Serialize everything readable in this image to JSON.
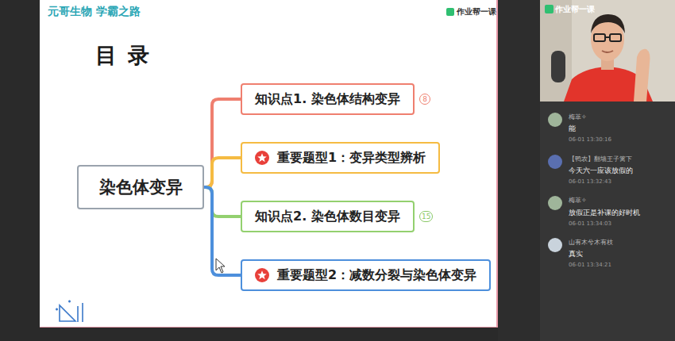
{
  "diagram": {
    "title": "目录",
    "nodes": [
      {
        "text": [
          "染色体变异"
        ]
      },
      {
        "text": [
          "知识点1. 染色体结构变异"
        ]
      },
      {
        "text": [
          "重要题型1：变异类型辨析"
        ]
      },
      {
        "text": [
          "知识点2. 染色体数目变异"
        ]
      },
      {
        "text": [
          "重要题型2：减数分裂与染色体变异"
        ]
      }
    ],
    "edges": [
      {
        "from": 0,
        "to": 1,
        "arrow": "none"
      },
      {
        "from": 0,
        "to": 2,
        "arrow": "none"
      },
      {
        "from": 0,
        "to": 3,
        "arrow": "none"
      },
      {
        "from": 0,
        "to": 4,
        "arrow": "none"
      }
    ],
    "labels": [
      "元哥生物 学霸之路",
      "作业帮一课",
      "8",
      "15",
      "作业帮一课",
      "梅萃✧",
      "能",
      "06-01 13:30:16",
      "【鸭农】翻墙王子篱下",
      "今天六一应该放假的",
      "06-01 13:32:43",
      "梅萃✧",
      "放假正是补课的好时机",
      "06-01 13:34:03",
      "山有木兮木有枝",
      "真实",
      "06-01 13:34:21"
    ]
  }
}
